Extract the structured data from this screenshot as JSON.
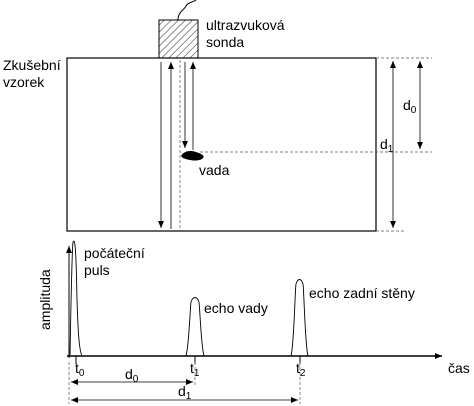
{
  "labels": {
    "probe_line1": "ultrazvuková",
    "probe_line2": "sonda",
    "specimen_line1": "Zkušební",
    "specimen_line2": "vzorek",
    "defect": "vada",
    "d0_main": "d",
    "d0_sub": "0",
    "d1_main": "d",
    "d1_sub": "1",
    "initial_pulse_line1": "počáteční",
    "initial_pulse_line2": "puls",
    "amplitude_axis": "amplituda",
    "defect_echo": "echo vady",
    "back_wall_echo": "echo zadní stěny",
    "time_axis": "čas",
    "t0_main": "t",
    "t0_sub": "0",
    "t1_main": "t",
    "t1_sub": "1",
    "t2_main": "t",
    "t2_sub": "2",
    "d0_time_main": "d",
    "d0_time_sub": "0",
    "d1_time_main": "d",
    "d1_time_sub": "1"
  },
  "colors": {
    "line": "#000000",
    "dashed": "#555555",
    "hatch": "#444444"
  }
}
